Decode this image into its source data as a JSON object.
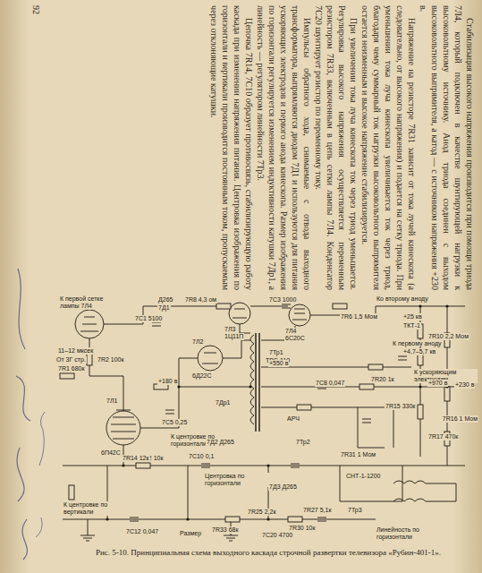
{
  "diagram": {
    "caption": "Рис. 5-10. Принципиальная схема выходного каскада строчной развертки телевизора «Рубин-401-1».",
    "labels": [
      "92",
      "Стабилизация высокого напряжения производится при помощи триода 7Л4, который подключен в качестве шунтирующей нагрузки к высоковольтному источнику. Анод триода соединен с выходом высоковольтного выпрямителя, а катод — с источником напряжения +230 в.",
      "Напряжение на резисторе 7R31 зависит от тока лучей кинескопа (а следовательно, от высокого напряжения) и подается на сетку триода. При уменьшении тока луча кинескопа увеличивается ток через триод, благодаря чему суммарный ток нагрузки высоковольтного выпрямителя остается неизменным и высокое напряжение стабилизируется.",
      "При увеличении тока луча кинескопа ток через триод уменьшается. Регулировка высокого напряжения осуществляется переменным резистором 7R33, включенным в цепь сетки лампы 7Л4. Конденсатор 7C20 шунтирует резистор по переменному току.",
      "Импульсы обратного хода, снимаемые с отвода выходного трансформатора, выпрямляются диодом 7Д1 и используются для питания ускоряющих электродов и первого анода кинескопа. Размер изображения по горизонтали регулируется изменением индуктивности катушки 7Др1, а линейность — регулятором линейности 7Тр3.",
      "Цепочка 7R14, 7C10 образует противосвязь, стабилизирующую работу каскада при изменении напряжения питания. Центровка изображения по горизонтали и вертикали производится постоянным током, пропускаемым через отклоняющие катушки.",
      "К первой сетке лампы 7Л4",
      "7Д1",
      "Д265",
      "7R8 4,3 ом",
      "7C3 1000",
      "7Л3",
      "1Ц11П",
      "7Л4",
      "6С20С",
      "Ко второму аноду",
      "+25 кв",
      "7R6 1,5 Мом",
      "ТКТ-1",
      "7R10 2,2 Мом",
      "11–12 мксек",
      "От 3Г стр.",
      "7C1 5100",
      "7R1 680к",
      "7R2 100к",
      "7Л1",
      "6П42С",
      "7Л2",
      "6Д22С",
      "+180 в",
      "7Тр1",
      "ТВС-110",
      "7C5 0,25",
      "7R12 10к",
      "+550 в",
      "К первому аноду",
      "+4,7–5,7 кв",
      "К ускоряющим электродам",
      "+970 в",
      "+230 в",
      "7R15 330к",
      "7R16 1 Мом",
      "7R17 470к",
      "7C8 0,047",
      "7R20 1к",
      "К центровке по горизонтали",
      "АРЧ",
      "7Др1",
      "7Тр2",
      "Центровка по горизонтали",
      "7C10 0,1",
      "7R14 12к",
      "7Д2 Д265",
      "7Д3 Д265",
      "СНТ-1-1200",
      "7R25 2,2к",
      "7R27 5,1к",
      "К центровке по вертикали",
      "7R30 10к",
      "7Тр3",
      "Линейность по горизонтали",
      "7C12 0,047",
      "Размер",
      "7R33 68к",
      "7C20 4700",
      "7R31 1 Мом"
    ]
  }
}
